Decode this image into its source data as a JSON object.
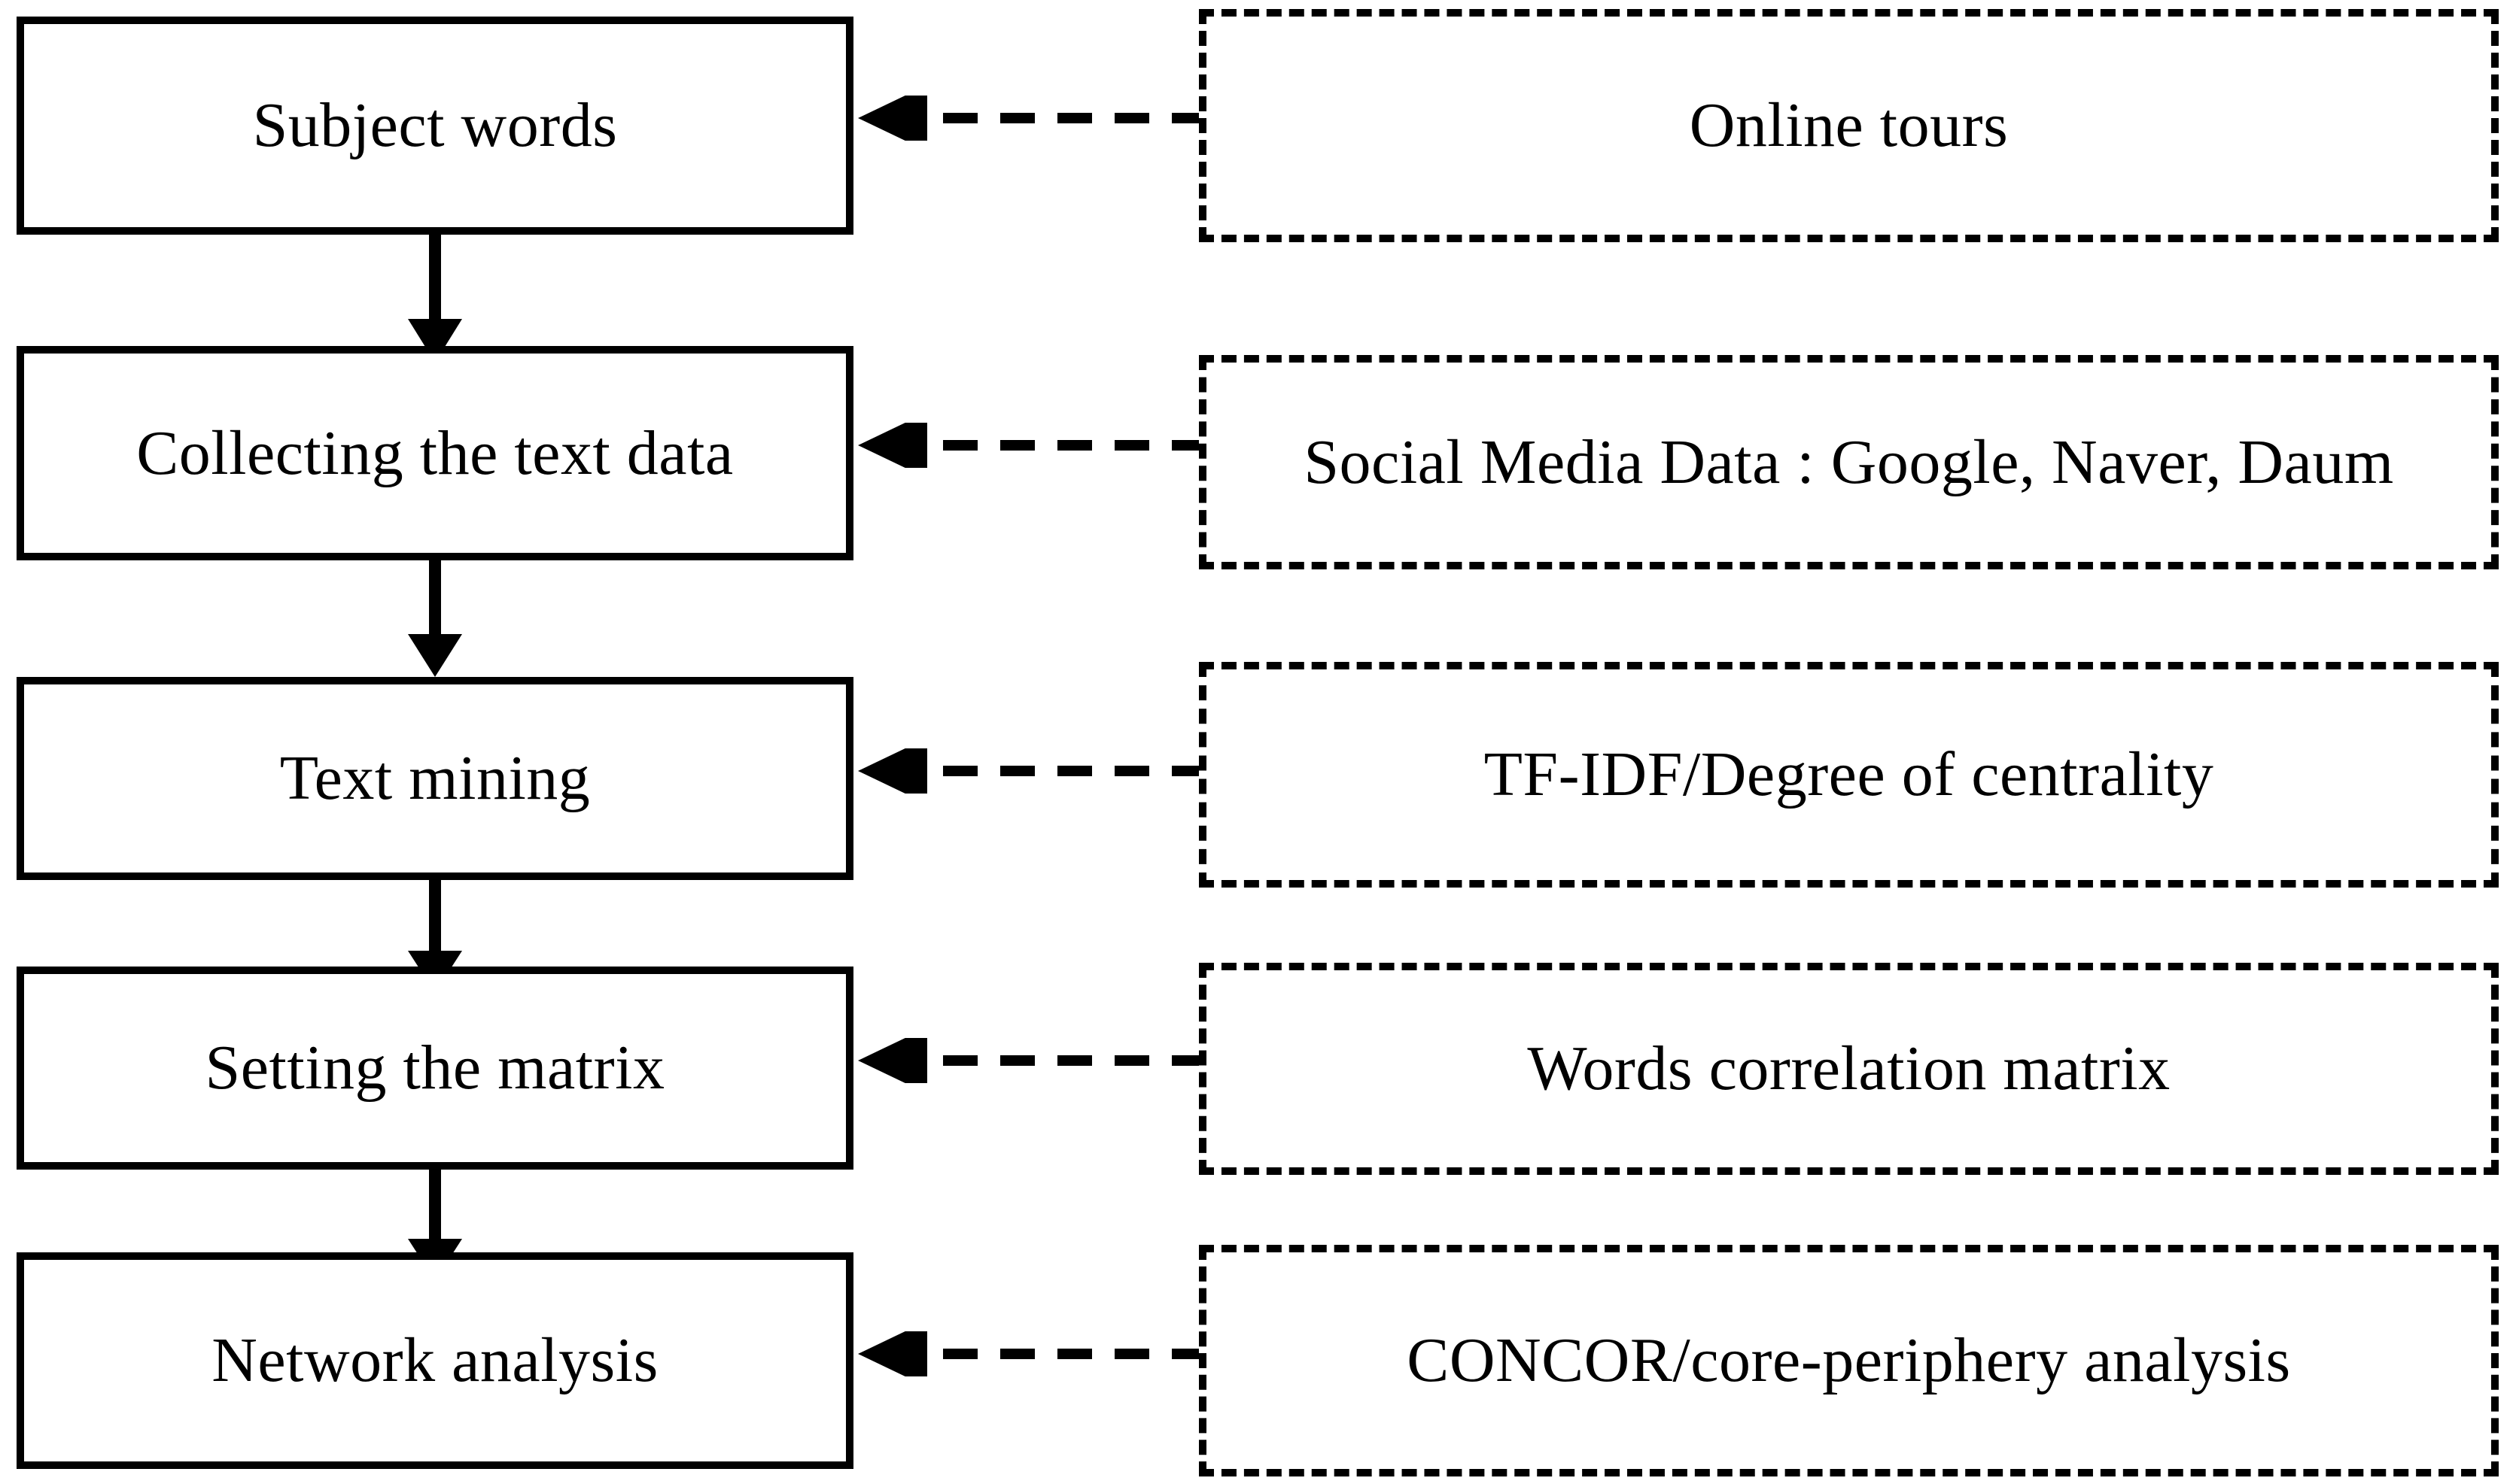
{
  "diagram": {
    "title": "Research procedure flowchart",
    "colors": {
      "stroke": "#000000",
      "background": "#ffffff",
      "text": "#000000"
    },
    "steps": [
      {
        "id": "step-1",
        "process": "Subject words",
        "note": "Online tours",
        "connector_icon": "dashed-left-arrow-icon",
        "down_arrow_icon": "solid-down-arrow-icon"
      },
      {
        "id": "step-2",
        "process": "Collecting the text data",
        "note": "Social Media Data : Google, Naver, Daum",
        "connector_icon": "dashed-left-arrow-icon",
        "down_arrow_icon": "solid-down-arrow-icon"
      },
      {
        "id": "step-3",
        "process": "Text mining",
        "note": "TF-IDF/Degree of centrality",
        "connector_icon": "dashed-left-arrow-icon",
        "down_arrow_icon": "solid-down-arrow-icon"
      },
      {
        "id": "step-4",
        "process": "Setting the matrix",
        "note": "Words correlation matrix",
        "connector_icon": "dashed-left-arrow-icon",
        "down_arrow_icon": "solid-down-arrow-icon"
      },
      {
        "id": "step-5",
        "process": "Network analysis",
        "note": "CONCOR/core-periphery analysis",
        "connector_icon": "dashed-left-arrow-icon",
        "down_arrow_icon": null
      }
    ]
  }
}
